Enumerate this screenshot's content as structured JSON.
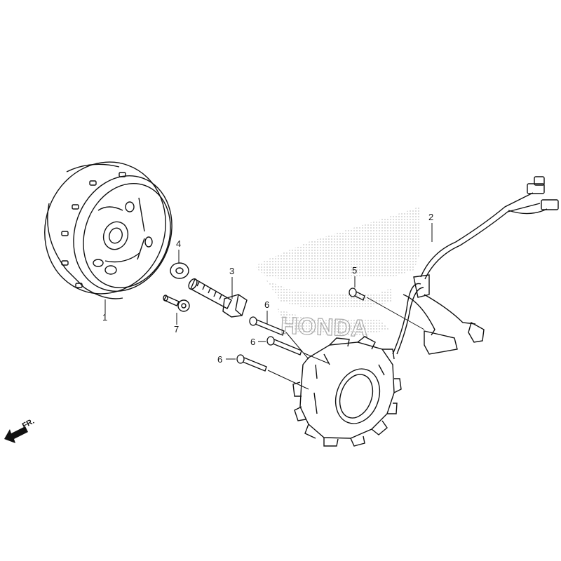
{
  "callouts": [
    {
      "id": "1",
      "label": "1"
    },
    {
      "id": "2",
      "label": "2"
    },
    {
      "id": "3",
      "label": "3"
    },
    {
      "id": "4",
      "label": "4"
    },
    {
      "id": "5",
      "label": "5"
    },
    {
      "id": "6a",
      "label": "6"
    },
    {
      "id": "6b",
      "label": "6"
    },
    {
      "id": "6c",
      "label": "6"
    },
    {
      "id": "7",
      "label": "7"
    }
  ],
  "direction_label": "FR.",
  "watermark_text": "HONDA",
  "colors": {
    "line": "#111111",
    "watermark": "#9a9a9a",
    "background": "#ffffff"
  }
}
